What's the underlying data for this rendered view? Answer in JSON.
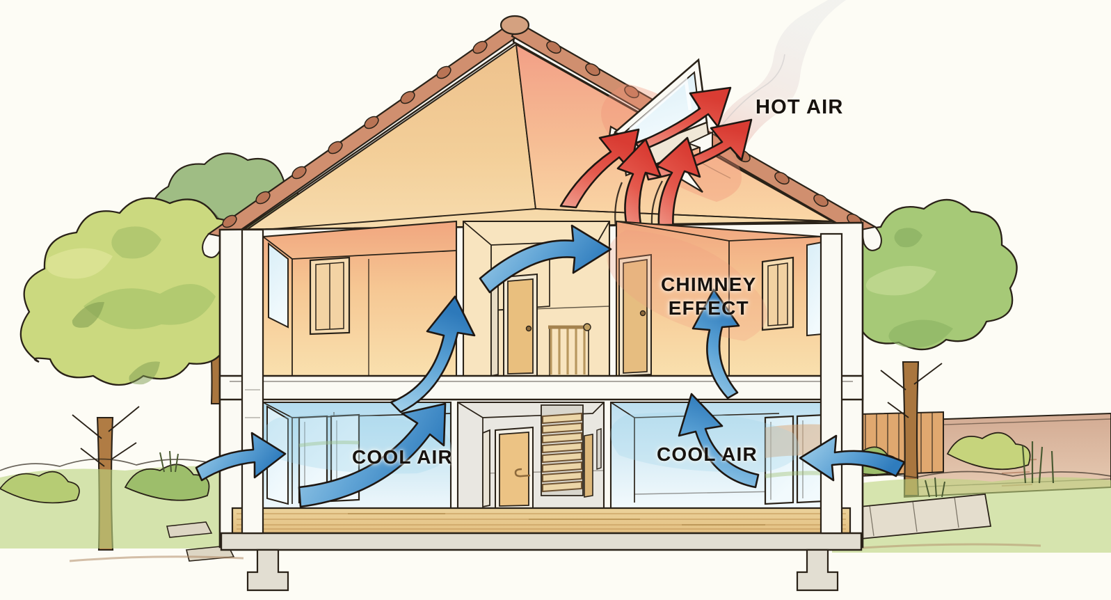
{
  "diagram": {
    "title": "Chimney Effect / Stack Ventilation House Section",
    "style": "watercolor ink illustration",
    "background_color": "#fdfcf5"
  },
  "labels": {
    "hot_air": "HOT AIR",
    "chimney_effect_line1": "CHIMNEY",
    "chimney_effect_line2": "EFFECT",
    "cool_air_left": "COOL AIR",
    "cool_air_right": "COOL AIR"
  },
  "colors": {
    "hot_arrow": "#e0443c",
    "hot_arrow_light": "#ef7f6e",
    "cool_arrow": "#3b86c6",
    "cool_arrow_light": "#8fc4e6",
    "warm_wall": "#f3b98a",
    "warm_wall_light": "#f7d9a6",
    "attic_warm": "#f0c88f",
    "cool_room": "#bfe0ef",
    "roof_tile": "#c98063",
    "wood_floor": "#e8c88a",
    "door_wood": "#e9c181",
    "foliage_green": "#9cc273",
    "foliage_yellow_green": "#d3dd84",
    "foliage_sage": "#8fb583",
    "trunk_brown": "#a9763f",
    "fence_wood": "#d9a06a",
    "garden_wall": "#cfa58c",
    "ink": "#221a14",
    "structure_white": "#fbfaf4",
    "paving": "#e4ddcd",
    "grass": "#b9d27f"
  },
  "structure": {
    "floors": [
      "attic",
      "upper_floor",
      "ground_floor"
    ],
    "rooms": [
      {
        "name": "upper-left-bedroom",
        "tone": "warm"
      },
      {
        "name": "upper-center-hallway",
        "tone": "warm"
      },
      {
        "name": "upper-right-room",
        "tone": "warm"
      },
      {
        "name": "ground-left-room",
        "tone": "cool"
      },
      {
        "name": "ground-center-hallway",
        "tone": "neutral"
      },
      {
        "name": "ground-right-room",
        "tone": "cool"
      }
    ],
    "openings": [
      "roof-skylight-open",
      "left-glass-door",
      "right-glass-door"
    ],
    "features": [
      "staircase",
      "interior-doors",
      "stair-railing",
      "foundation-footings",
      "wood-floorboards"
    ]
  },
  "airflow": {
    "hot_arrows": 5,
    "cool_arrows": 6,
    "description_hot": "Hot air rises through the house and exits the open roof skylight",
    "description_cool": "Cool air enters at ground level through glass doors on both sides"
  },
  "landscape": {
    "left": [
      "large-yellow-green-tree",
      "sage-tree",
      "shrubs",
      "grass",
      "stepping-stones"
    ],
    "right": [
      "green-tree",
      "wooden-fence",
      "garden-wall",
      "shrubs",
      "grass",
      "paving-stones"
    ]
  }
}
